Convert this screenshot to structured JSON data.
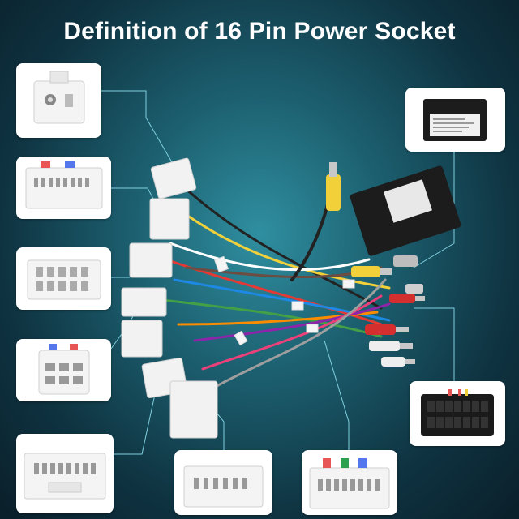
{
  "title": "Definition of 16 Pin Power Socket",
  "colors": {
    "background_center": "#2f8fa0",
    "background_edge": "#0a1f2a",
    "callout_line": "#7fd0e0",
    "connector_white": "#f2f2f2",
    "box_black": "#1c1c1c"
  },
  "thumbnails": [
    {
      "name": "connector-detail-1",
      "shape": "white-plug-two-pin"
    },
    {
      "name": "connector-detail-2",
      "shape": "white-plug-multi-pin"
    },
    {
      "name": "connector-detail-3",
      "shape": "white-plug-twelve-pin"
    },
    {
      "name": "connector-detail-4",
      "shape": "white-plug-six-pin"
    },
    {
      "name": "connector-detail-5",
      "shape": "white-plug-wide"
    },
    {
      "name": "connector-detail-6",
      "shape": "white-plug-wide"
    },
    {
      "name": "connector-detail-7",
      "shape": "white-plug-wide"
    },
    {
      "name": "decoder-box-detail",
      "shape": "black-box"
    },
    {
      "name": "socket-16-pin-detail",
      "shape": "black-16-pin-socket"
    }
  ]
}
